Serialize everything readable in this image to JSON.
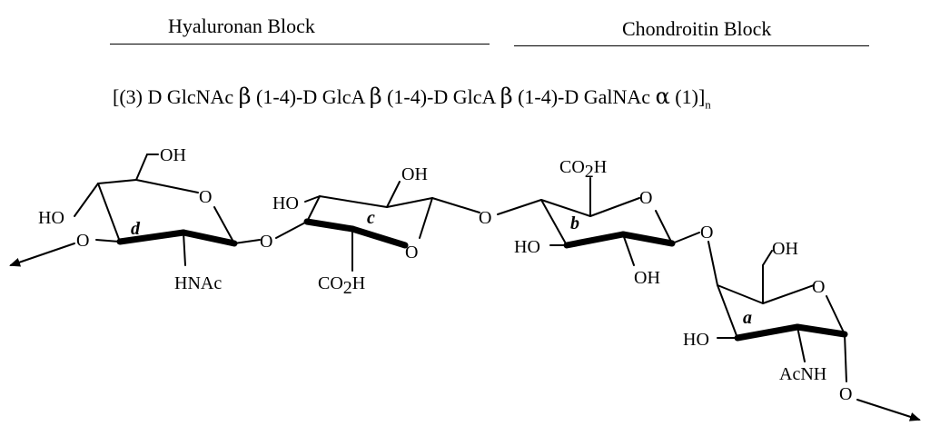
{
  "header": {
    "left_block_label": "Hyaluronan Block",
    "right_block_label": "Chondroitin Block"
  },
  "formula": {
    "open": "[(3) D GlcNAc ",
    "beta1": "β",
    "link1": " (1-4)-D GlcA ",
    "beta2": "β",
    "link2": " (1-4)-D GlcA ",
    "beta3": "β",
    "link3": " (1-4)-D GalNAc ",
    "alpha": "α",
    "close": " (1)]",
    "repeat": "n"
  },
  "structure": {
    "ring_labels": {
      "d": "d",
      "c": "c",
      "b": "b",
      "a": "a"
    },
    "ring_d": {
      "oh_top": "OH",
      "ring_o": "O",
      "ho_left": "HO",
      "o_left": "O",
      "nhac": "HNAc"
    },
    "link_dc_o": "O",
    "ring_c": {
      "ho": "HO",
      "oh": "OH",
      "ring_o": "O",
      "co2h": "CO",
      "co2h_sub": "2",
      "co2h_h": "H"
    },
    "link_cb_o": "O",
    "ring_b": {
      "co2h": "CO",
      "co2h_sub": "2",
      "co2h_h": "H",
      "ring_o": "O",
      "ho": "HO",
      "oh": "OH"
    },
    "link_ba_o": "O",
    "ring_a": {
      "oh_top": "OH",
      "ring_o": "O",
      "ho": "HO",
      "acnh": "AcNH",
      "o_bottom": "O"
    }
  }
}
